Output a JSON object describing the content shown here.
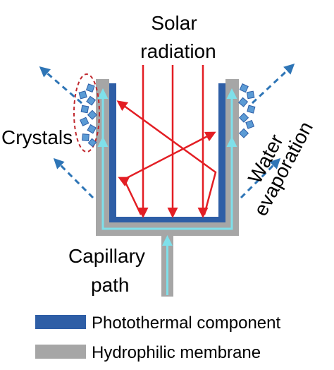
{
  "labels": {
    "solar_line1": "Solar",
    "solar_line2": "radiation",
    "crystals": "Crystals",
    "water_line1": "Water",
    "water_line2": "evaporation",
    "capillary_line1": "Capillary",
    "capillary_line2": "path"
  },
  "legend": [
    {
      "label": "Photothermal component",
      "color": "#2e5ea6"
    },
    {
      "label": "Hydrophilic membrane",
      "color": "#a6a6a6"
    }
  ],
  "colors": {
    "radiation": "#e31e24",
    "flow": "#7fe0ea",
    "evaporation": "#2e75b6",
    "crystal": "#5b9bd5",
    "crystal_outline": "#c0272d"
  }
}
